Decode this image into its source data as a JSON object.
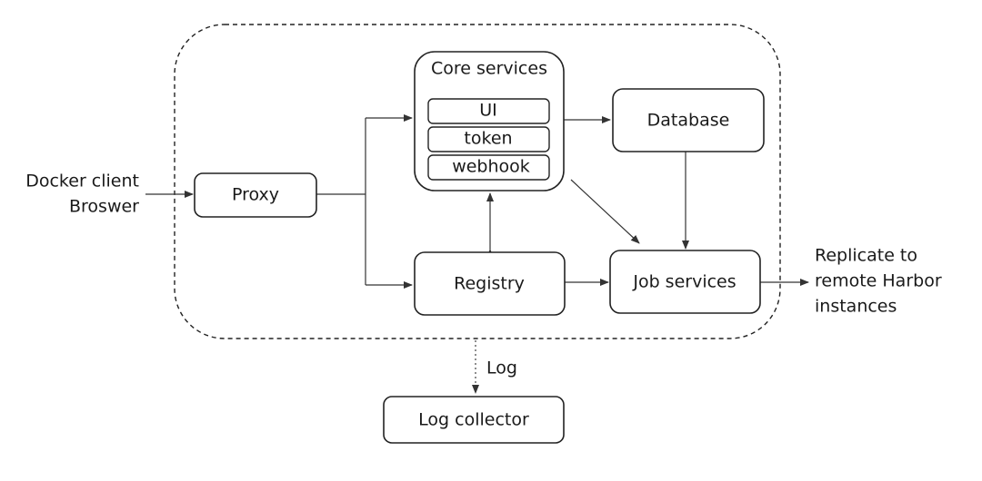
{
  "inputs": {
    "line1": "Docker client",
    "line2": "Broswer"
  },
  "nodes": {
    "proxy": "Proxy",
    "core_services": "Core services",
    "core_items": [
      "UI",
      "token",
      "webhook"
    ],
    "database": "Database",
    "registry": "Registry",
    "job_services": "Job services",
    "log_collector": "Log collector"
  },
  "edges": {
    "log": "Log"
  },
  "output": {
    "line1": "Replicate to",
    "line2": "remote Harbor",
    "line3": "instances"
  }
}
